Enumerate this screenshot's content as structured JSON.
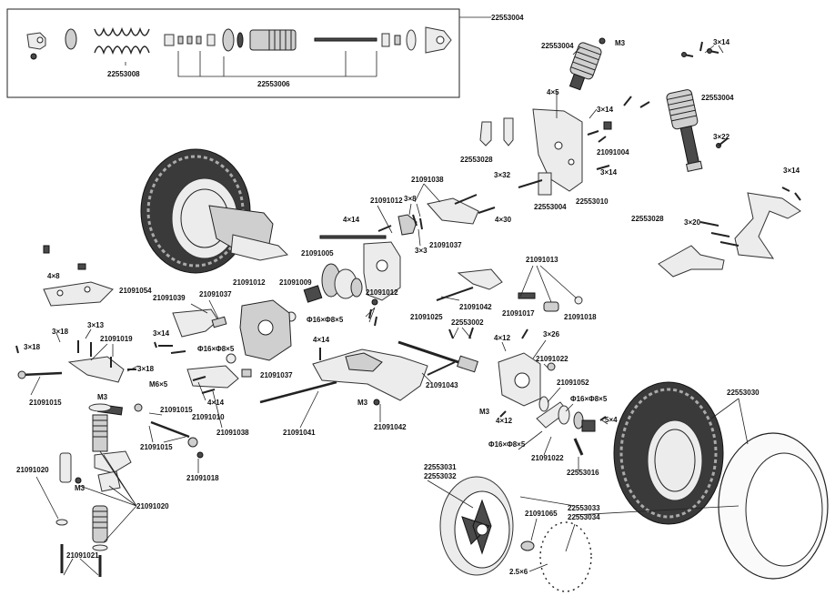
{
  "labels": {
    "l_22553004_top": "22553004",
    "l_22553008": "22553008",
    "l_22553006": "22553006",
    "l_22553004_a": "22553004",
    "l_m3_a": "M3",
    "l_3x14_a": "3×14",
    "l_4x5": "4×5",
    "l_3x14_b": "3×14",
    "l_22553004_b": "22553004",
    "l_21091004": "21091004",
    "l_3x22": "3×22",
    "l_22553028_a": "22553028",
    "l_3x14_c": "3×14",
    "l_3x32": "3×32",
    "l_22553004_c": "22553004",
    "l_22553010": "22553010",
    "l_3x14_d": "3×14",
    "l_21091038_a": "21091038",
    "l_21091012_a": "21091012",
    "l_3x8": "3×8",
    "l_4x14_a": "4×14",
    "l_3x3": "3×3",
    "l_21091037_a": "21091037",
    "l_4x30": "4×30",
    "l_22553028_b": "22553028",
    "l_3x20": "3×20",
    "l_4x8": "4×8",
    "l_21091054": "21091054",
    "l_21091005": "21091005",
    "l_21091013": "21091013",
    "l_21091039": "21091039",
    "l_21091037_b": "21091037",
    "l_21091012_b": "21091012",
    "l_21091009": "21091009",
    "l_21091012_c": "21091012",
    "l_21091042_a": "21091042",
    "l_21091017": "21091017",
    "l_21091018_a": "21091018",
    "l_3x14_e": "3×14",
    "l_phi16_a": "Φ16×Φ8×5",
    "l_21091025": "21091025",
    "l_22553002": "22553002",
    "l_3x18_a": "3×18",
    "l_3x13": "3×13",
    "l_3x18_b": "3×18",
    "l_21091019": "21091019",
    "l_phi16_b": "Φ16×Φ8×5",
    "l_4x14_b": "4×14",
    "l_4x12_a": "4×12",
    "l_3x26": "3×26",
    "l_21091022_a": "21091022",
    "l_3x18_c": "3×18",
    "l_21091037_c": "21091037",
    "l_21091043": "21091043",
    "l_m6x5": "M6×5",
    "l_21091052": "21091052",
    "l_21091015_a": "21091015",
    "l_m3_b": "M3",
    "l_4x14_c": "4×14",
    "l_phi16_c": "Φ16×Φ8×5",
    "l_22553030": "22553030",
    "l_21091015_b": "21091015",
    "l_21091010": "21091010",
    "l_m3_c": "M3",
    "l_21091042_b": "21091042",
    "l_m3_d": "M3",
    "l_4x12_b": "4×12",
    "l_5x4": "5×4",
    "l_21091038_b": "21091038",
    "l_21091041": "21091041",
    "l_21091015_c": "21091015",
    "l_phi16_d": "Φ16×Φ8×5",
    "l_21091022_b": "21091022",
    "l_22553016": "22553016",
    "l_21091018_b": "21091018",
    "l_21091020_a": "21091020",
    "l_m3_e": "M3",
    "l_22553031": "22553031",
    "l_22553032": "22553032",
    "l_21091020_b": "21091020",
    "l_21091065": "21091065",
    "l_22553033": "22553033",
    "l_22553034": "22553034",
    "l_21091021": "21091021",
    "l_2_5x6": "2.5×6"
  }
}
